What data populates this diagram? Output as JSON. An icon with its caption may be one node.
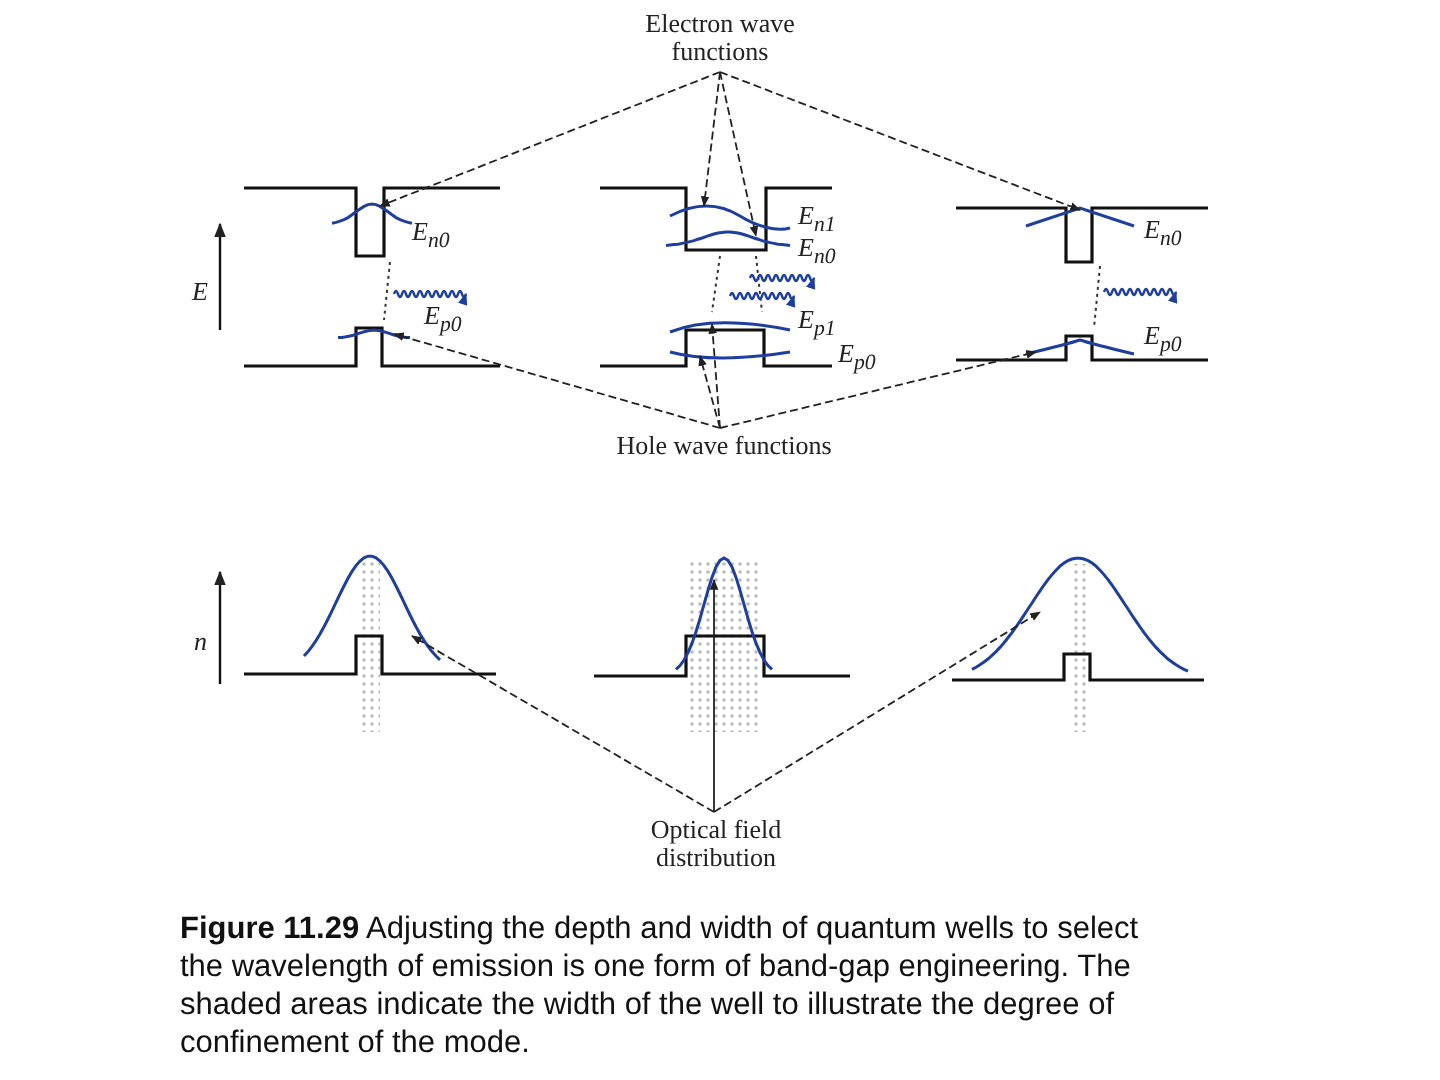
{
  "diagram": {
    "caption": "**Figure 11.29** Adjusting the depth and width of quantum wells to select the wavelength of emission is one form of band-gap engineering. The shaded areas indicate the width of the well to illustrate the degree of confinement of the mode.",
    "nodes": [
      {
        "text": [
          "Electron wave functions"
        ]
      },
      {
        "text": [],
        "shape": "curve"
      },
      {
        "text": [],
        "shape": "curve"
      },
      {
        "text": [],
        "shape": "curve"
      },
      {
        "text": [],
        "shape": "curve"
      },
      {
        "text": [
          "Hole wave functions"
        ]
      },
      {
        "text": [],
        "shape": "curve"
      },
      {
        "text": [],
        "shape": "curve"
      },
      {
        "text": [],
        "shape": "curve"
      },
      {
        "text": [],
        "shape": "curve"
      },
      {
        "text": [
          "Optical field distribution"
        ]
      },
      {
        "text": [],
        "shape": "curve"
      },
      {
        "text": [],
        "shape": "curve"
      },
      {
        "text": [],
        "shape": "curve"
      }
    ],
    "edges": [
      {
        "from": 0,
        "to": 1,
        "arrow": "to",
        "style": "dashed"
      },
      {
        "from": 0,
        "to": 2,
        "arrow": "to",
        "style": "dashed"
      },
      {
        "from": 0,
        "to": 3,
        "arrow": "to",
        "style": "dashed"
      },
      {
        "from": 0,
        "to": 4,
        "arrow": "to",
        "style": "dashed"
      },
      {
        "from": 5,
        "to": 6,
        "arrow": "to",
        "style": "dashed"
      },
      {
        "from": 5,
        "to": 7,
        "arrow": "to",
        "style": "dashed"
      },
      {
        "from": 5,
        "to": 8,
        "arrow": "to",
        "style": "dashed"
      },
      {
        "from": 5,
        "to": 9,
        "arrow": "to",
        "style": "dashed"
      },
      {
        "from": 10,
        "to": 11,
        "arrow": "to",
        "style": "dashed"
      },
      {
        "from": 10,
        "to": 12,
        "arrow": "to"
      },
      {
        "from": 10,
        "to": 13,
        "arrow": "to",
        "style": "dashed"
      }
    ],
    "labels": [
      "E",
      "E$_{n0}$",
      "E$_{p0}$",
      "E$_{n1}$",
      "E$_{n0}$",
      "E$_{p1}$",
      "E$_{p0}$",
      "E$_{n0}$",
      "E$_{p0}$",
      "n"
    ]
  }
}
